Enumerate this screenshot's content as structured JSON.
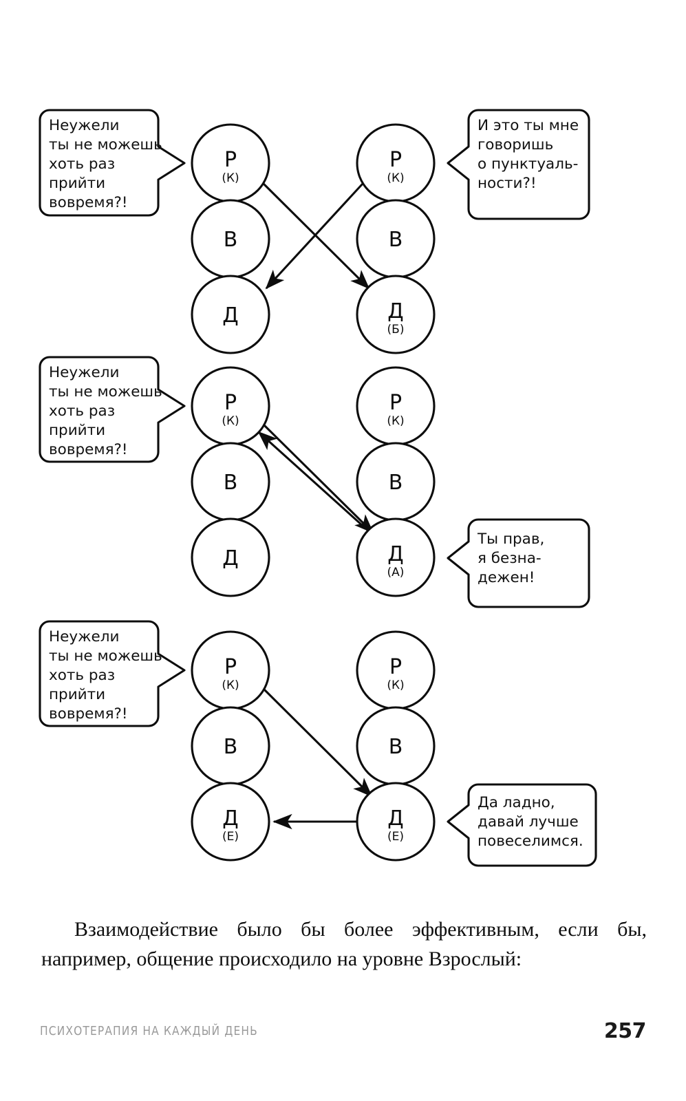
{
  "page": {
    "background": "#ffffff",
    "ink": "#0d0d0d",
    "footer_title": "ПСИХОТЕРАПИЯ НА КАЖДЫЙ ДЕНЬ",
    "footer_title_color": "#9a9a9a",
    "page_number": "257"
  },
  "body_paragraph": "Взаимодействие было бы более эффективным, если бы, например, общение происходило на уровне Взрослый:",
  "diagrams": [
    {
      "id": "diagram-1",
      "left_column": {
        "nodes": [
          {
            "letter": "Р",
            "sub": "(К)"
          },
          {
            "letter": "В",
            "sub": ""
          },
          {
            "letter": "Д",
            "sub": ""
          }
        ]
      },
      "right_column": {
        "nodes": [
          {
            "letter": "Р",
            "sub": "(К)"
          },
          {
            "letter": "В",
            "sub": ""
          },
          {
            "letter": "Д",
            "sub": "(Б)"
          }
        ]
      },
      "left_bubble": {
        "lines": [
          "Неужели",
          "ты не можешь",
          "хоть раз",
          "прийти",
          "вовремя?!"
        ],
        "tail": "right"
      },
      "right_bubble": {
        "lines": [
          "И это ты мне",
          "говоришь",
          "о пунктуаль-",
          "ности?!"
        ],
        "tail": "left"
      },
      "arrows": [
        {
          "from": "left-Р(К)",
          "to": "right-Д(Б)",
          "style": "single"
        },
        {
          "from": "right-Р(К)",
          "to": "left-Д",
          "style": "single"
        }
      ]
    },
    {
      "id": "diagram-2",
      "left_column": {
        "nodes": [
          {
            "letter": "Р",
            "sub": "(К)"
          },
          {
            "letter": "В",
            "sub": ""
          },
          {
            "letter": "Д",
            "sub": ""
          }
        ]
      },
      "right_column": {
        "nodes": [
          {
            "letter": "Р",
            "sub": "(К)"
          },
          {
            "letter": "В",
            "sub": ""
          },
          {
            "letter": "Д",
            "sub": "(А)"
          }
        ]
      },
      "left_bubble": {
        "lines": [
          "Неужели",
          "ты не можешь",
          "хоть раз",
          "прийти",
          "вовремя?!"
        ],
        "tail": "right"
      },
      "right_bubble": {
        "lines": [
          "Ты прав,",
          "я безна-",
          "дежен!"
        ],
        "tail": "left"
      },
      "arrows": [
        {
          "from": "left-Р(К)",
          "to": "right-Д(А)",
          "style": "single"
        },
        {
          "from": "right-Д(А)",
          "to": "left-Р(К)",
          "style": "single"
        }
      ]
    },
    {
      "id": "diagram-3",
      "left_column": {
        "nodes": [
          {
            "letter": "Р",
            "sub": "(К)"
          },
          {
            "letter": "В",
            "sub": ""
          },
          {
            "letter": "Д",
            "sub": "(Е)"
          }
        ]
      },
      "right_column": {
        "nodes": [
          {
            "letter": "Р",
            "sub": "(К)"
          },
          {
            "letter": "В",
            "sub": ""
          },
          {
            "letter": "Д",
            "sub": "(Е)"
          }
        ]
      },
      "left_bubble": {
        "lines": [
          "Неужели",
          "ты не можешь",
          "хоть раз",
          "прийти",
          "вовремя?!"
        ],
        "tail": "right"
      },
      "right_bubble": {
        "lines": [
          "Да ладно,",
          "давай лучше",
          "повеселимся."
        ],
        "tail": "left"
      },
      "arrows": [
        {
          "from": "left-Р(К)",
          "to": "right-Д(Е)",
          "style": "single"
        },
        {
          "from": "right-Д(Е)",
          "to": "left-Д(Е)",
          "style": "single"
        }
      ]
    }
  ]
}
